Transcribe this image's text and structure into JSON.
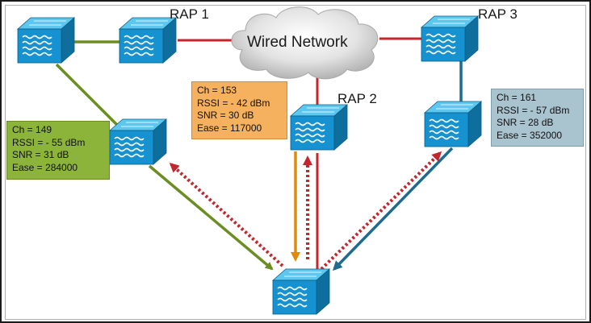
{
  "labels": {
    "rap1": "RAP 1",
    "rap2": "RAP 2",
    "rap3": "RAP 3",
    "wired_network": "Wired Network"
  },
  "info_boxes": [
    {
      "id": "left",
      "lines": [
        "Ch = 149",
        "RSSI = - 55 dBm",
        "SNR = 31 dB",
        "Ease = 284000"
      ],
      "background": "#8db43a",
      "border": "#6a8a22"
    },
    {
      "id": "middle",
      "lines": [
        "Ch = 153",
        "RSSI = - 42 dBm",
        "SNR = 30 dB",
        "Ease = 117000"
      ],
      "background": "#f5b15e",
      "border": "#d4883a"
    },
    {
      "id": "right",
      "lines": [
        "Ch = 161",
        "RSSI = - 57 dBm",
        "SNR = 28 dB",
        "Ease = 352000"
      ],
      "background": "#a9c3cf",
      "border": "#7e9eac"
    }
  ],
  "colors": {
    "wired_link": "#c4262e",
    "green_link": "#6b8e23",
    "blue_link": "#1f6a8f",
    "orange_link": "#e08a0b",
    "red_dotted": "#c4262e",
    "device_top": "#39b8ea",
    "device_side": "#0e6f9e",
    "device_front": "#1592cf"
  },
  "icons": [
    "ap-device-icon",
    "cloud-icon"
  ]
}
